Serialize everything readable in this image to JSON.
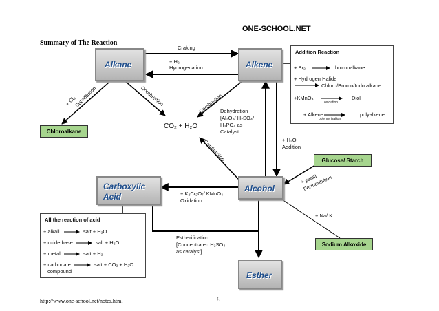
{
  "header": {
    "site": "ONE-SCHOOL.NET",
    "summary": "Summary of The Reaction"
  },
  "footer": {
    "url": "http://www.one-school.net/notes.html",
    "page": "8"
  },
  "nodes": {
    "alkane": "Alkane",
    "alkene": "Alkene",
    "alcohol": "Alcohol",
    "carboxylic_line1": "Carboxylic",
    "carboxylic_line2": "Acid",
    "esther": "Esther",
    "co2_h2o": "CO₂ + H₂O"
  },
  "green_boxes": {
    "chloroalkane": "Chloroalkane",
    "glucose": "Glucose/ Starch",
    "sodium_alkoxide": "Sodium Alkoxide"
  },
  "edges": {
    "cracking": "Craking",
    "hydrogenation_1": "+ H₂",
    "hydrogenation_2": "Hydrogenation",
    "substitution_1": "+ Cl₂",
    "substitution_2": "Substitution",
    "combustion": "Combustion",
    "dehydration_1": "Dehydration",
    "dehydration_2": "[Al₂O₃/ H₂SO₄/",
    "dehydration_3": "H₃PO₄ as",
    "dehydration_4": "Catalyst",
    "addition_1": "+ H₂O",
    "addition_2": "Addition",
    "fermentation_1": "+ yeast",
    "fermentation_2": "Fermentation",
    "sodium_reagent": "+ Na/ K",
    "oxidation_1": "+ K₂Cr₂O₇/ KMnO₄",
    "oxidation_2": "Oxidation",
    "ester_1": "Estherification",
    "ester_2": "[Concentrated H₂SO₄",
    "ester_3": "as catalyst]"
  },
  "addition_panel": {
    "title": "Addition Reaction",
    "rows": [
      {
        "left": "+ Br₂",
        "right": "bromoalkane"
      },
      {
        "left": "+ Hydrogen Halide",
        "right": "Chloro/Bromo/Iodo alkane"
      },
      {
        "left": "+KMnO₄",
        "under": "oxidation",
        "right": "Diol"
      },
      {
        "left": "+ Alkene",
        "under": "polymerisation",
        "right": "polyalkene"
      }
    ]
  },
  "acid_panel": {
    "title": "All the reaction of acid",
    "rows": [
      {
        "left": "+ alkali",
        "right": "salt + H₂O"
      },
      {
        "left": "+ oxide base",
        "right": "salt + H₂O"
      },
      {
        "left": "+ metal",
        "right": "salt + H₂"
      },
      {
        "left": "+ carbonate",
        "right": "salt + CO₂ + H₂O"
      },
      {
        "left": "compound",
        "right": ""
      }
    ]
  },
  "colors": {
    "node_text": "#1f4e8c",
    "green_fill": "#a6d58e"
  }
}
